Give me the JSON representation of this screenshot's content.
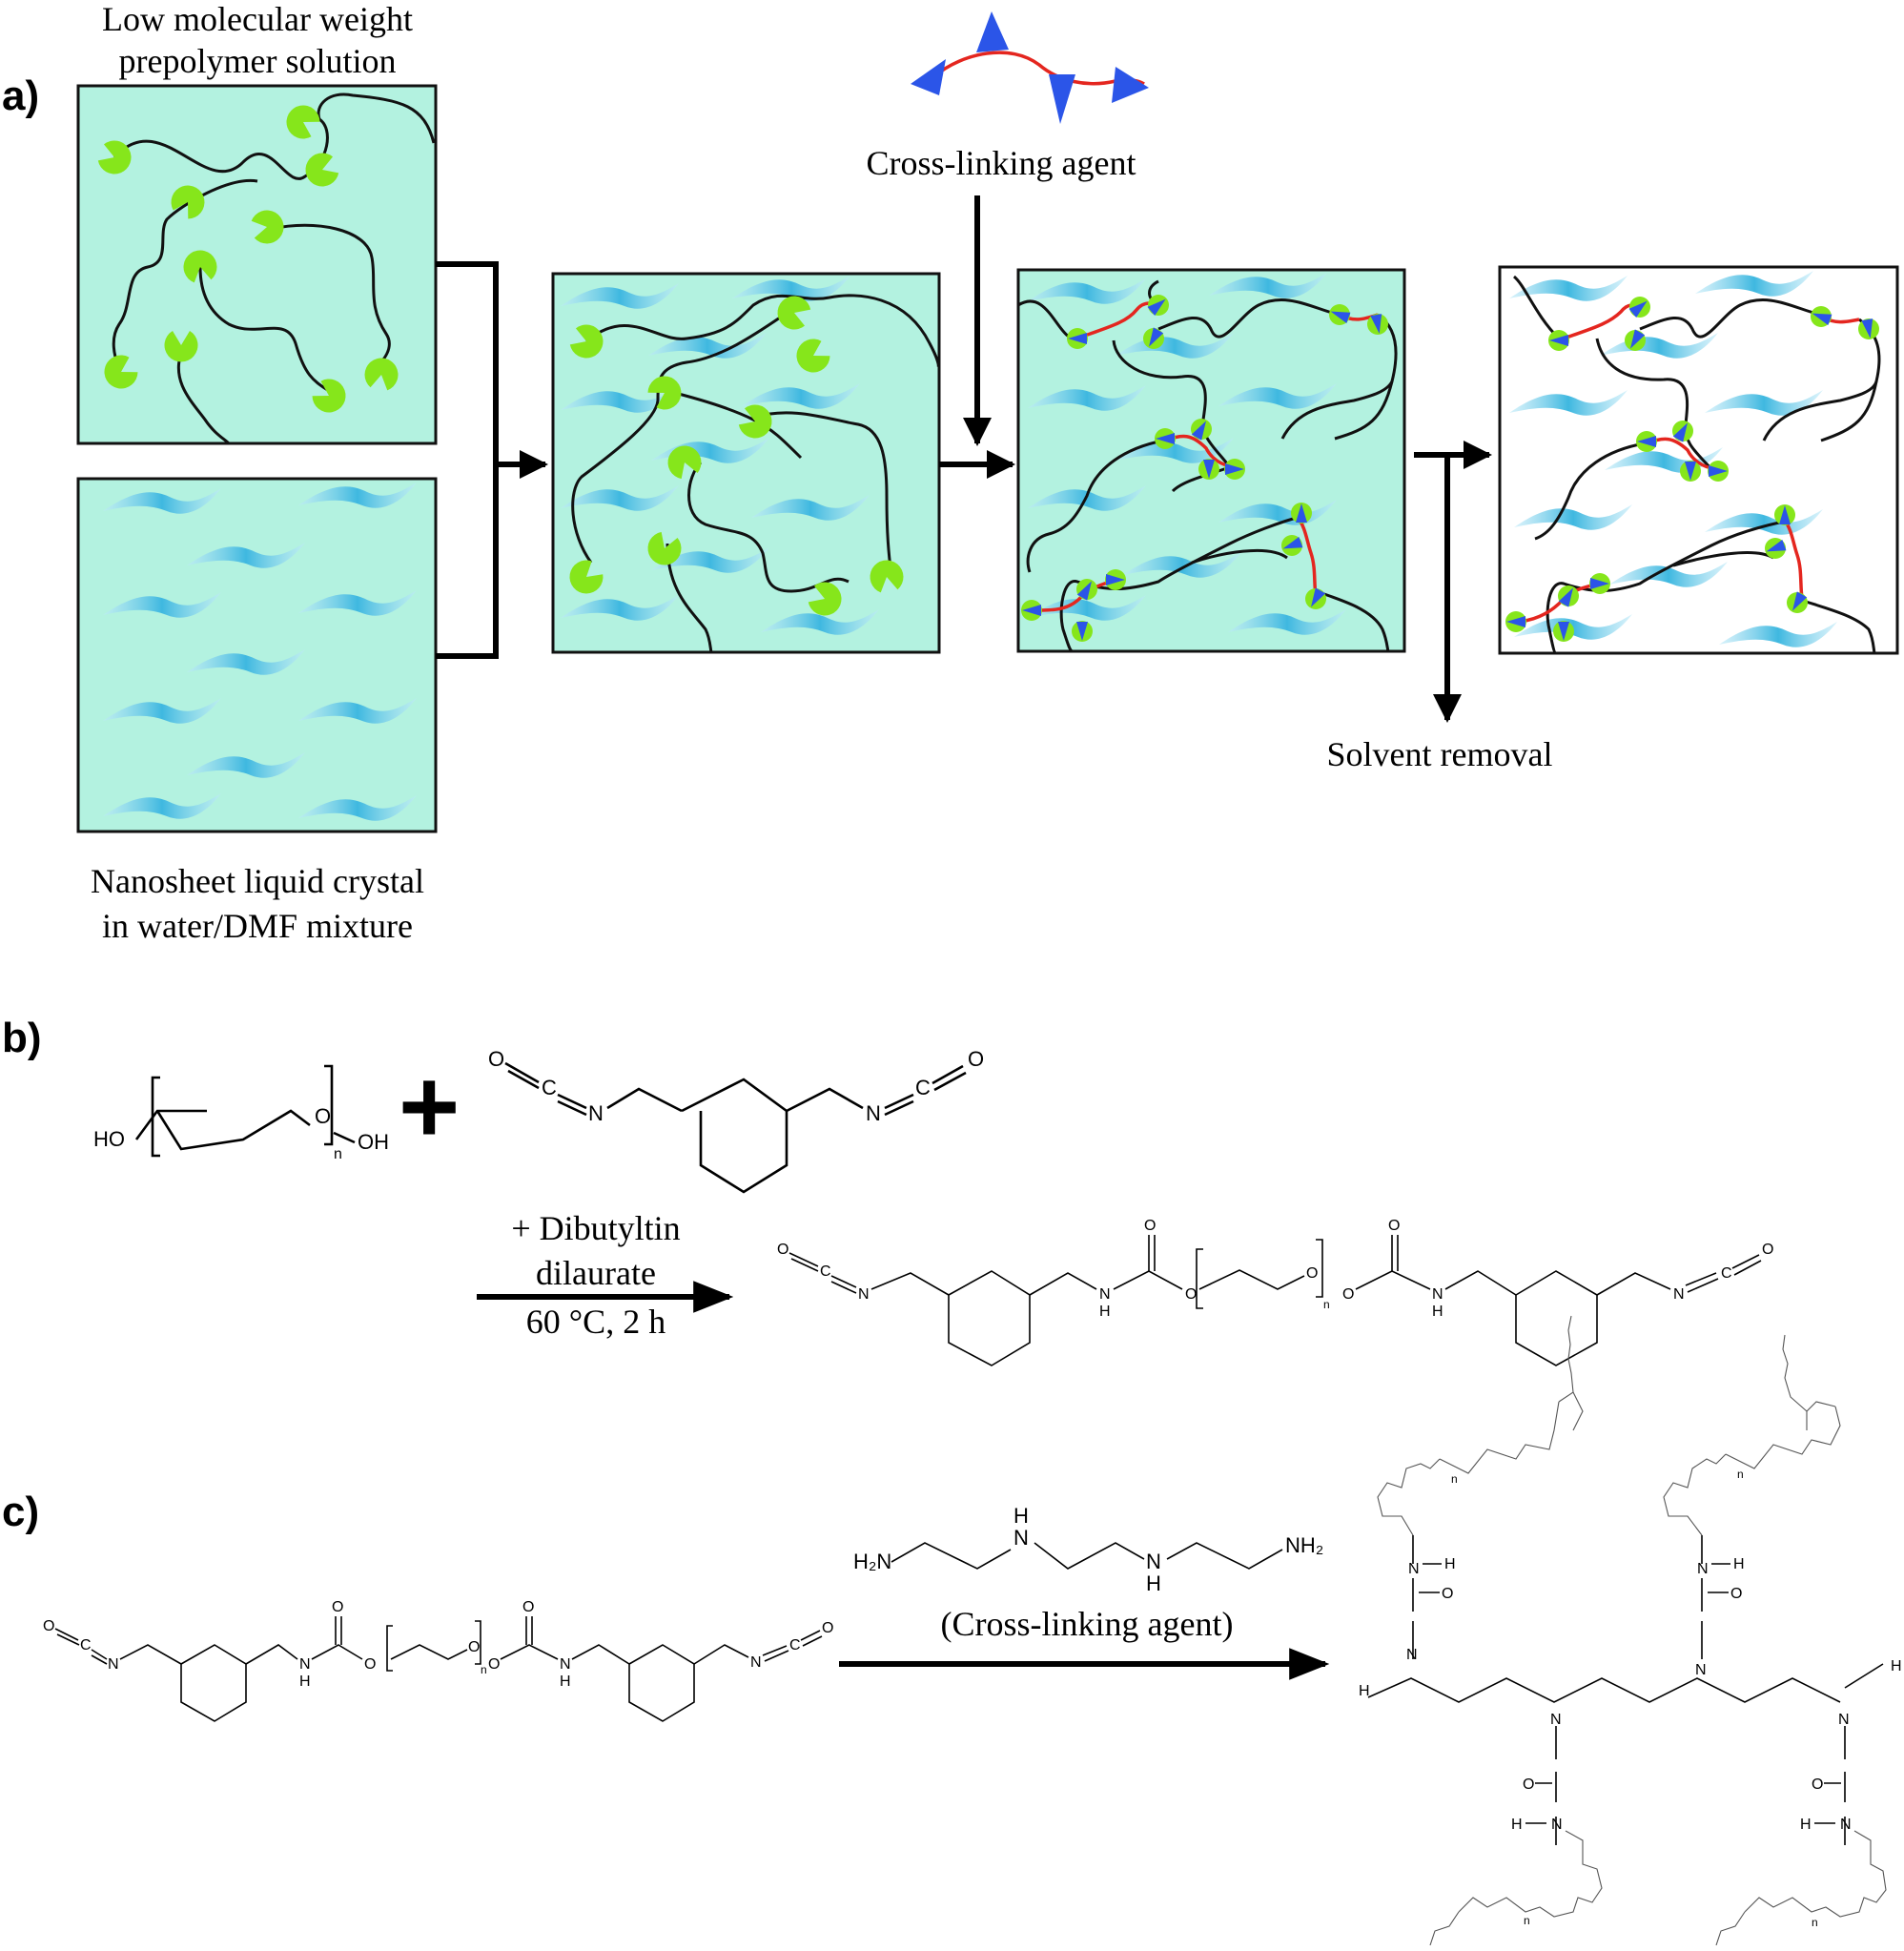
{
  "panel_a": {
    "label": "a)",
    "prepolymer_caption": [
      "Low molecular weight",
      "prepolymer solution"
    ],
    "nanosheet_caption": [
      "Nanosheet liquid crystal",
      "in water/DMF mixture"
    ],
    "crosslinker_caption": "Cross-linking agent",
    "solvent_caption": "Solvent removal"
  },
  "panel_b": {
    "label": "b)",
    "plus": "+",
    "peg": {
      "ho": "HO",
      "oh": "OH",
      "o": "O",
      "n": "n"
    },
    "diisocyanate": {
      "o": "O",
      "c": "C",
      "n": "N"
    },
    "conditions": [
      "+ Dibutyltin",
      "dilaurate",
      "60 °C, 2 h"
    ],
    "product": {
      "o": "O",
      "c": "C",
      "n": "N",
      "nh_n": "N",
      "nh_h": "H",
      "n_sub": "n"
    }
  },
  "panel_c": {
    "label": "c)",
    "reactant": {
      "o": "O",
      "c": "C",
      "n": "N",
      "h": "H",
      "n_sub": "n"
    },
    "amine": {
      "h2n": "H₂N",
      "nh2": "NH₂",
      "n": "N",
      "h": "H"
    },
    "crosslinker_caption": "(Cross-linking agent)",
    "network": {
      "n": "N",
      "h": "H",
      "o": "O",
      "n_sub": "n"
    }
  },
  "colors": {
    "solution": "#b3f2e0",
    "pacman": "#86e61b",
    "nanosheet": "#3fb8e0",
    "crosslink": "#e4261f",
    "triangle": "#2b55e8",
    "line": "#111111"
  }
}
